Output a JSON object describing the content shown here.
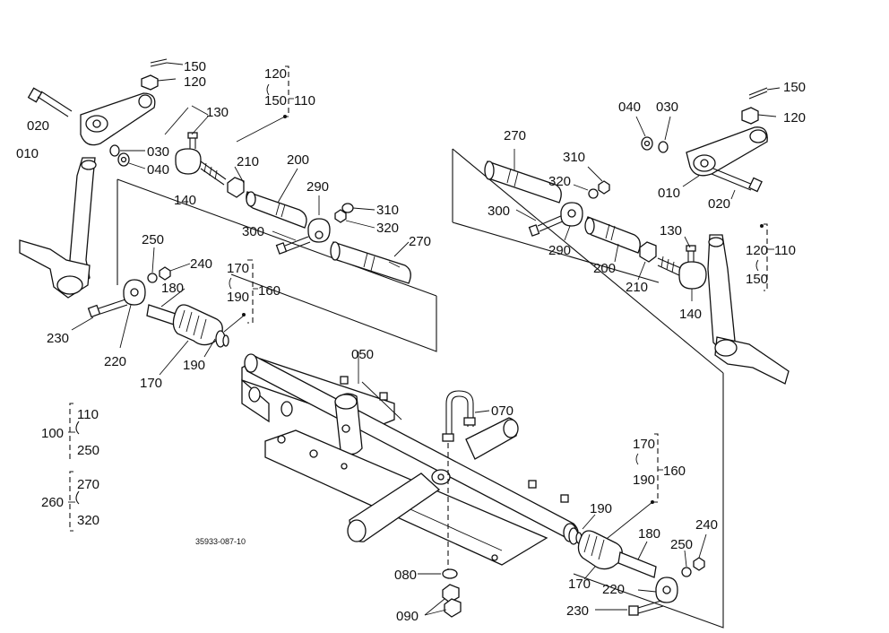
{
  "figure": {
    "drawing_code": "35933-087-10",
    "accent_color": "#111111",
    "labels": {
      "l_150_top": "150",
      "l_120_top": "120",
      "l_020_left": "020",
      "l_010_left": "010",
      "l_130_left": "130",
      "l_030_left": "030",
      "l_040_left": "040",
      "l_140_left": "140",
      "l_120_brk_left": "120",
      "l_150_brk_left": "150",
      "l_110_brk_left": "110",
      "l_210_left": "210",
      "l_200_left": "200",
      "l_290_left": "290",
      "l_310_left": "310",
      "l_320_left": "320",
      "l_300_left": "300",
      "l_270_left": "270",
      "l_250_left": "250",
      "l_240_left": "240",
      "l_180_left": "180",
      "l_170_brk_left": "170",
      "l_190_brk_left": "190",
      "l_160_brk_left": "160",
      "l_230_left": "230",
      "l_220_left": "220",
      "l_190_left": "190",
      "l_170_left": "170",
      "l_050": "050",
      "l_070": "070",
      "l_080": "080",
      "l_090": "090",
      "l_110_legend": "110",
      "l_100_legend": "100",
      "l_250_legend": "250",
      "l_270_legend": "270",
      "l_260_legend": "260",
      "l_320_legend": "320",
      "l_270_right": "270",
      "l_310_right": "310",
      "l_320_right": "320",
      "l_300_right": "300",
      "l_290_right": "290",
      "l_200_right": "200",
      "l_210_right": "210",
      "l_040_right": "040",
      "l_030_right": "030",
      "l_010_right": "010",
      "l_020_right": "020",
      "l_150_right": "150",
      "l_120_right": "120",
      "l_130_right": "130",
      "l_140_right": "140",
      "l_120_brk_right": "120",
      "l_110_brk_right": "110",
      "l_150_brk_right": "150",
      "l_170_brk_right": "170",
      "l_190_brk_right": "190",
      "l_160_brk_right": "160",
      "l_190_right": "190",
      "l_180_right": "180",
      "l_240_right": "240",
      "l_250_right": "250",
      "l_170_right": "170",
      "l_220_right": "220",
      "l_230_right": "230"
    }
  }
}
